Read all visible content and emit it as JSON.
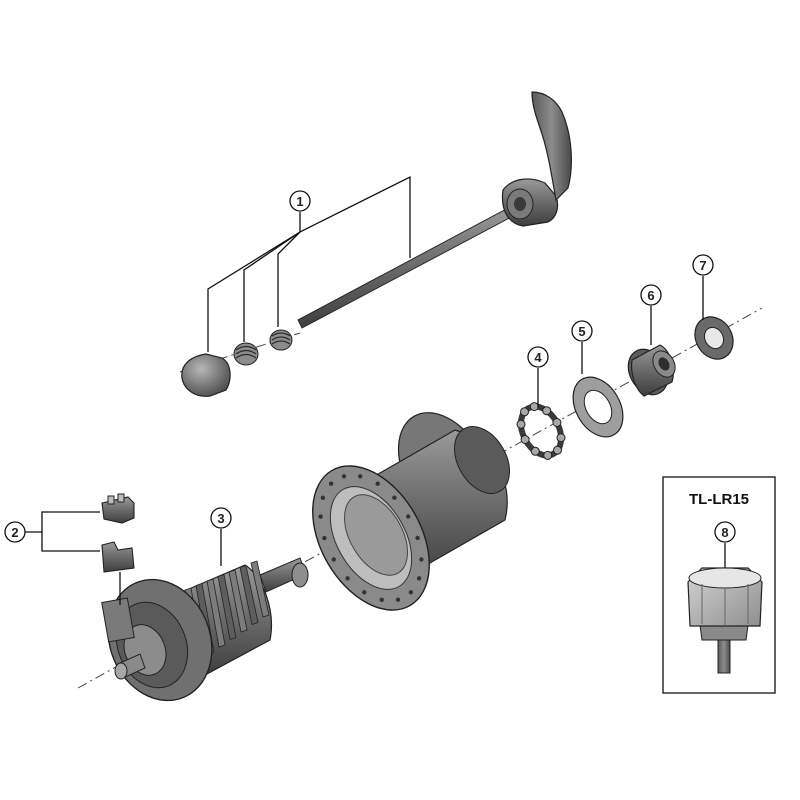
{
  "callouts": {
    "c1": "1",
    "c2": "2",
    "c3": "3",
    "c4": "4",
    "c5": "5",
    "c6": "6",
    "c7": "7",
    "c8": "8"
  },
  "tool_box": {
    "title": "TL-LR15"
  }
}
